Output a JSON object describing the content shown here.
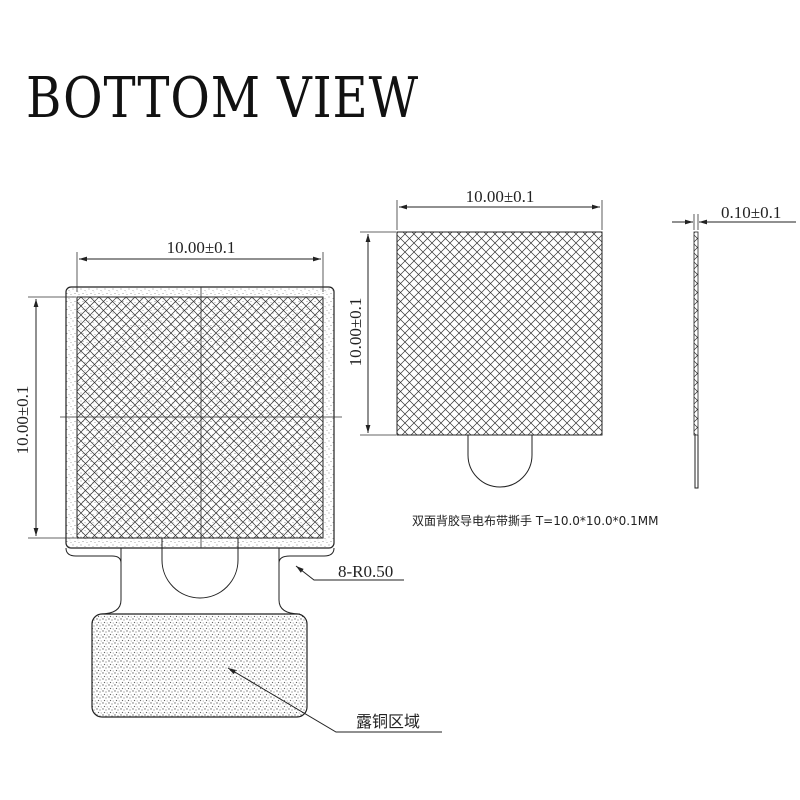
{
  "title": "BOTTOM VIEW",
  "dimensions": {
    "main_width": "10.00±0.1",
    "main_height": "10.00±0.1",
    "tape_width": "10.00±0.1",
    "tape_height": "10.00±0.1",
    "thickness": "0.10±0.1",
    "corner_radius": "8-R0.50"
  },
  "labels": {
    "tape_spec": "双面背胶导电布带撕手 T=10.0*10.0*0.1MM",
    "exposed_copper": "露铜区域"
  },
  "colors": {
    "line": "#222222",
    "hatch": "#333333",
    "stipple": "#777777"
  }
}
